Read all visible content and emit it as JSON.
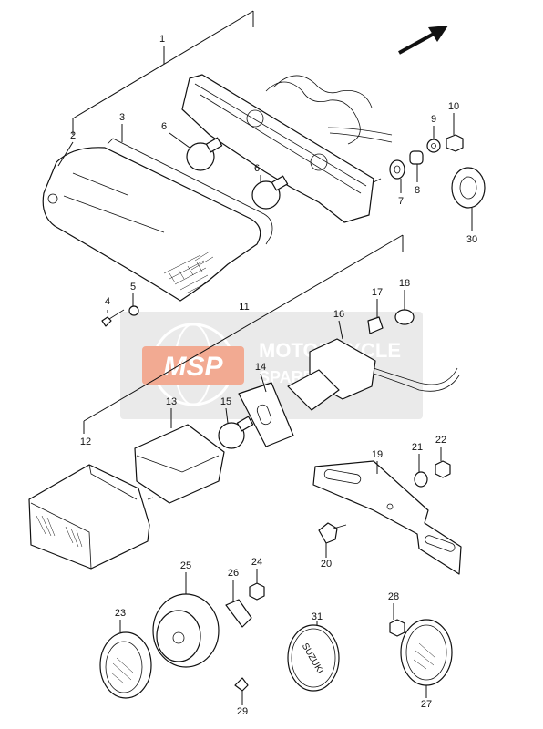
{
  "watermark": {
    "logo_text": "MSP",
    "brand_line1": "MOTORCYCLE",
    "brand_line2": "SPARE PARTS",
    "color": "#e9653a",
    "panel_color": "#d9d9d9"
  },
  "arrow_icon": "direction-arrow-icon",
  "emblem_text": "SUZUKI",
  "labels": {
    "p1": "1",
    "p2": "2",
    "p3": "3",
    "p4": "4",
    "p5": "5",
    "p6a": "6",
    "p6b": "6",
    "p7": "7",
    "p8": "8",
    "p9": "9",
    "p10": "10",
    "p11": "11",
    "p12": "12",
    "p13": "13",
    "p14": "14",
    "p15": "15",
    "p16": "16",
    "p17": "17",
    "p18": "18",
    "p19": "19",
    "p20": "20",
    "p21": "21",
    "p22": "22",
    "p23": "23",
    "p24": "24",
    "p25": "25",
    "p26": "26",
    "p27": "27",
    "p28": "28",
    "p29": "29",
    "p30": "30",
    "p31": "31"
  }
}
